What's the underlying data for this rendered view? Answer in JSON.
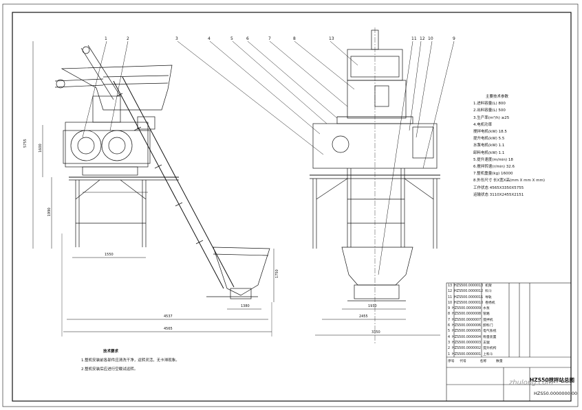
{
  "callouts": [
    "1",
    "2",
    "3",
    "4",
    "5",
    "6",
    "7",
    "8",
    "9",
    "10",
    "11",
    "12",
    "13"
  ],
  "dimensions": {
    "side_total_width": "4565",
    "side_lower_width": "4537",
    "side_left_width": "1550",
    "side_bottom_width": "1380",
    "front_total_width": "3350",
    "front_lower_width": "2455",
    "front_mid_width": "1930",
    "overall_height": "5755",
    "side_height_upper": "1600",
    "side_height_lower": "1990",
    "hopper_height": "1750"
  },
  "spec_table": {
    "heading": "主要技术参数",
    "lines": [
      "1.进料容量(L) 800",
      "2.出料容量(L) 500",
      "3.生产率(m³/h) ≥25",
      "4.电机功率",
      "搅拌电机(kW) 18.5",
      "提升电机(kW) 5.5",
      "水泵电机(kW) 1.1",
      "卸料电机(kW) 1.1",
      "5.提升速度(m/min) 18",
      "6.搅拌转速(r/min) 32.6",
      "7.整机重量(kg) 16000",
      "8.外形尺寸 长X宽X高(mm X mm X mm)",
      "工作状态 4565X3350X5755",
      "运输状态 3110X2455X2151"
    ]
  },
  "notes": {
    "heading": "技术要求",
    "lines": [
      "1.整机安装前各部件应清洗干净，运转灵活，无卡滞现象。",
      "2.整机安装后应进行空载试运转。"
    ]
  },
  "title_block": {
    "rows": [
      {
        "no": "13",
        "code": "HZS500.0000013",
        "name": "机架"
      },
      {
        "no": "12",
        "code": "HZS500.0000012",
        "name": "料斗"
      },
      {
        "no": "11",
        "code": "HZS500.0000011",
        "name": "导轨"
      },
      {
        "no": "10",
        "code": "HZS500.0000010",
        "name": "卷扬机"
      },
      {
        "no": "9",
        "code": "HZS500.0000009",
        "name": "水泵"
      },
      {
        "no": "8",
        "code": "HZS500.0000008",
        "name": "管路"
      },
      {
        "no": "7",
        "code": "HZS500.0000007",
        "name": "搅拌机"
      },
      {
        "no": "6",
        "code": "HZS500.0000006",
        "name": "卸料门"
      },
      {
        "no": "5",
        "code": "HZS500.0000005",
        "name": "电气系统"
      },
      {
        "no": "4",
        "code": "HZS500.0000004",
        "name": "称量装置"
      },
      {
        "no": "3",
        "code": "HZS500.0000003",
        "name": "支腿"
      },
      {
        "no": "2",
        "code": "HZS500.0000002",
        "name": "提升机构"
      },
      {
        "no": "1",
        "code": "HZS500.0000001",
        "name": "上料斗"
      }
    ],
    "header": [
      "序号",
      "代号",
      "名称",
      "数量"
    ],
    "drawing_title": "HZS50搅拌站总图",
    "drawing_number": "HZS50.0000000.00",
    "watermark": "zhulong.com"
  },
  "colors": {
    "line": "#111111",
    "background": "#ffffff"
  }
}
